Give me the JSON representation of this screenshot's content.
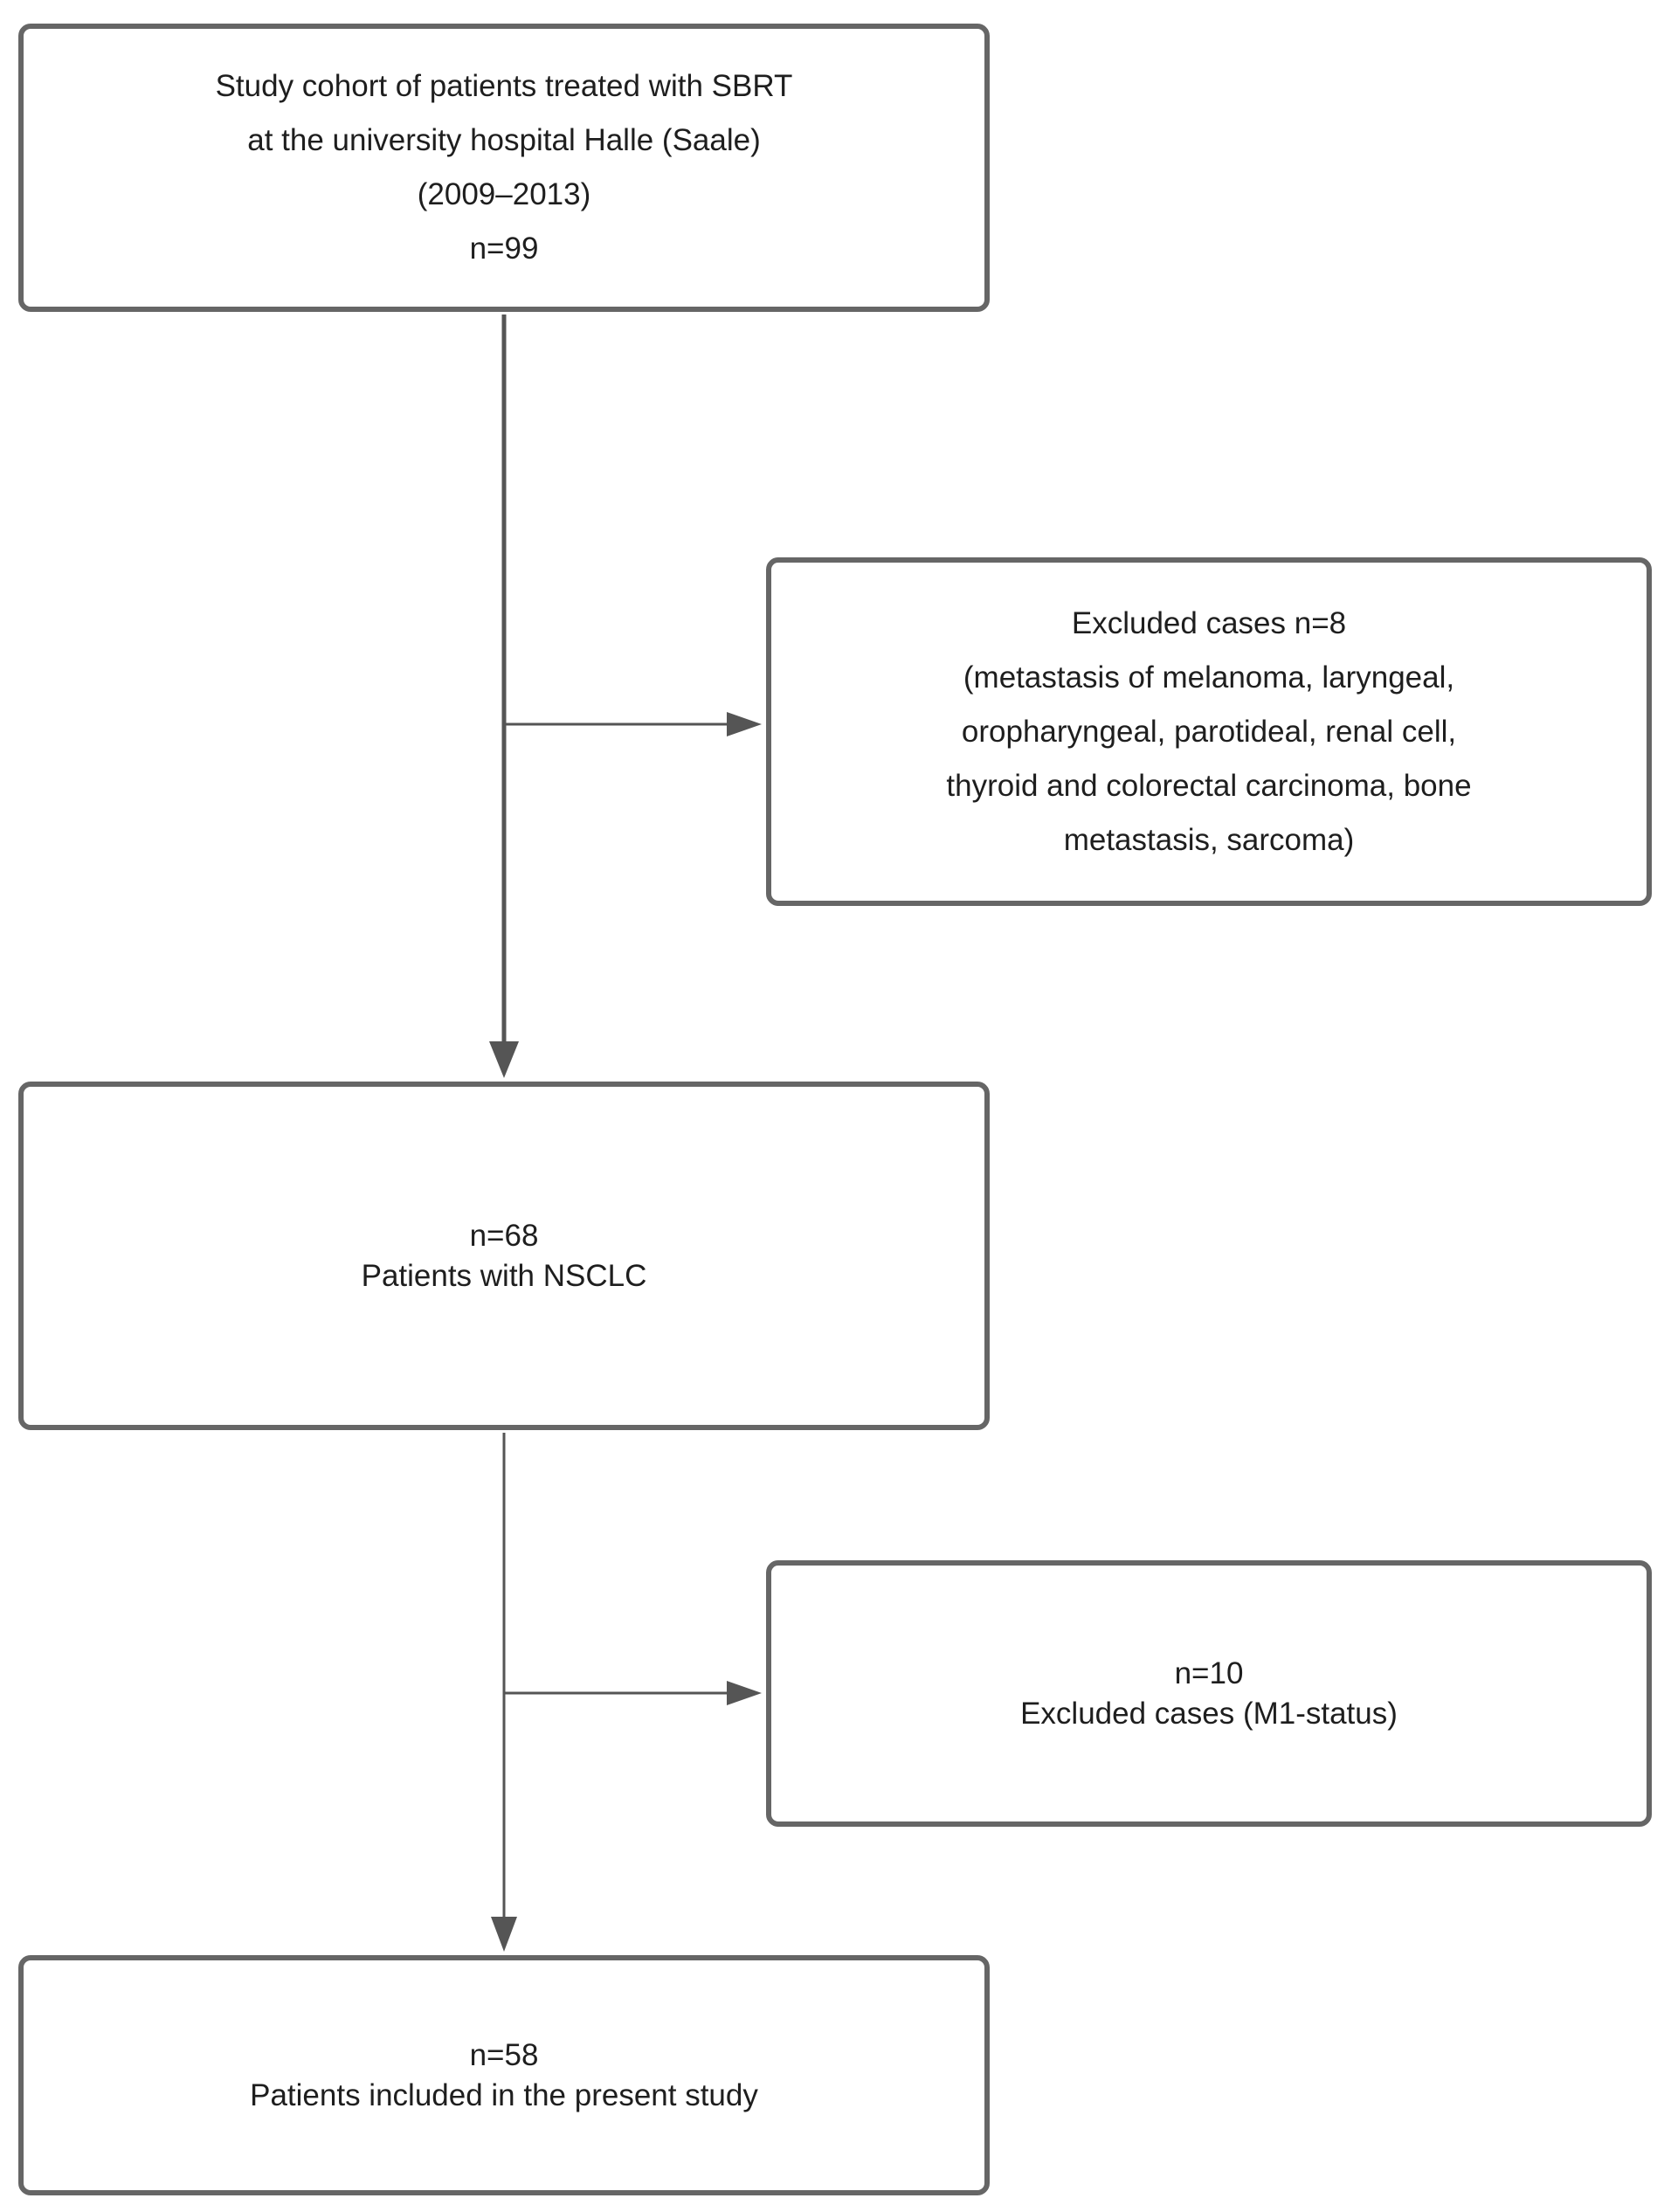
{
  "boxes": {
    "cohort": {
      "lines": [
        "Study cohort of patients treated with SBRT",
        "at the university hospital Halle (Saale)",
        "(2009–2013)",
        "n=99"
      ]
    },
    "excluded_first": {
      "lines": [
        "Excluded cases n=8",
        "(metastasis of melanoma, laryngeal,",
        "oropharyngeal, parotideal, renal cell,",
        "thyroid and colorectal carcinoma, bone",
        "metastasis, sarcoma)"
      ]
    },
    "nsclc": {
      "lines": [
        "n=68",
        "Patients with NSCLC"
      ]
    },
    "excluded_second": {
      "lines": [
        "n=10",
        "Excluded cases (M1-status)"
      ]
    },
    "included": {
      "lines": [
        "n=58",
        "Patients included in the present study"
      ]
    }
  },
  "colors": {
    "line": "#555555",
    "box_border": "#666666",
    "text": "#1e1e1e"
  }
}
